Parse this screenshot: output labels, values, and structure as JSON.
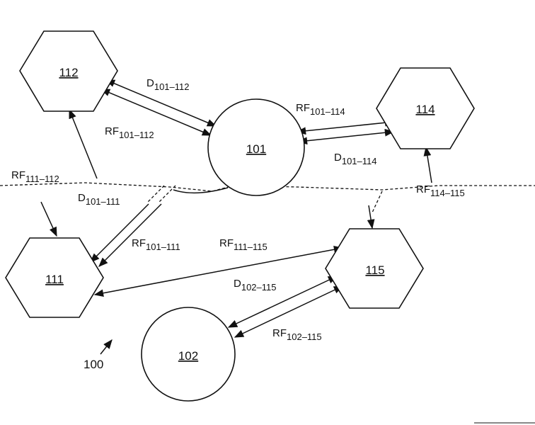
{
  "figure": {
    "label": "100"
  },
  "nodes": {
    "n112": "112",
    "n114": "114",
    "n101": "101",
    "n111": "111",
    "n115": "115",
    "n102": "102"
  },
  "edges": {
    "d101_112": {
      "prefix": "D",
      "sub": "101–112"
    },
    "rf101_112": {
      "prefix": "RF",
      "sub": "101–112"
    },
    "rf101_114": {
      "prefix": "RF",
      "sub": "101–114"
    },
    "d101_114": {
      "prefix": "D",
      "sub": "101–114"
    },
    "rf111_112": {
      "prefix": "RF",
      "sub": "111–112"
    },
    "d101_111": {
      "prefix": "D",
      "sub": "101–111"
    },
    "rf101_111": {
      "prefix": "RF",
      "sub": "101–111"
    },
    "rf111_115": {
      "prefix": "RF",
      "sub": "111–115"
    },
    "d102_115": {
      "prefix": "D",
      "sub": "102–115"
    },
    "rf102_115": {
      "prefix": "RF",
      "sub": "102–115"
    },
    "rf114_115": {
      "prefix": "RF",
      "sub": "114–115"
    }
  }
}
